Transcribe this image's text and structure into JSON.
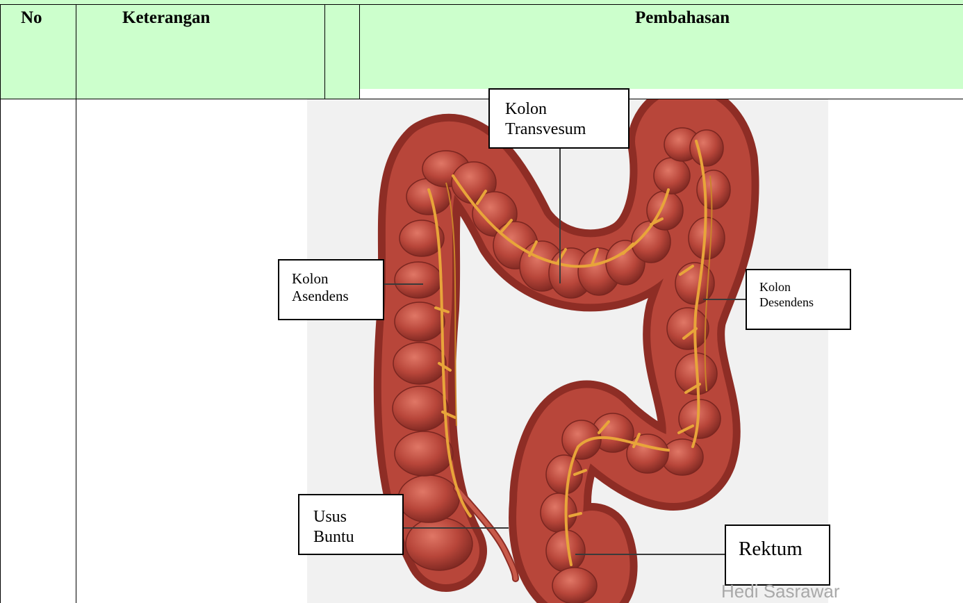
{
  "table": {
    "headers": {
      "no": "No",
      "keterangan": "Keterangan",
      "pembahasan": "Pembahasan"
    }
  },
  "figure": {
    "subject": "large-intestine-diagram",
    "labels": {
      "kolon_transversum": [
        "Kolon",
        "Transvesum"
      ],
      "kolon_asendens": [
        "Kolon",
        "Asendens"
      ],
      "kolon_desendens": [
        "Kolon",
        "Desendens"
      ],
      "usus_buntu": [
        "Usus",
        "Buntu"
      ],
      "rektum": [
        "Rektum"
      ]
    },
    "watermark": "Hedi Sasrawar"
  },
  "colors": {
    "header_bg": "#ccffcc",
    "organ": "#b8463a",
    "vessel": "#e8a53a",
    "figure_bg": "#f1f1f1"
  }
}
